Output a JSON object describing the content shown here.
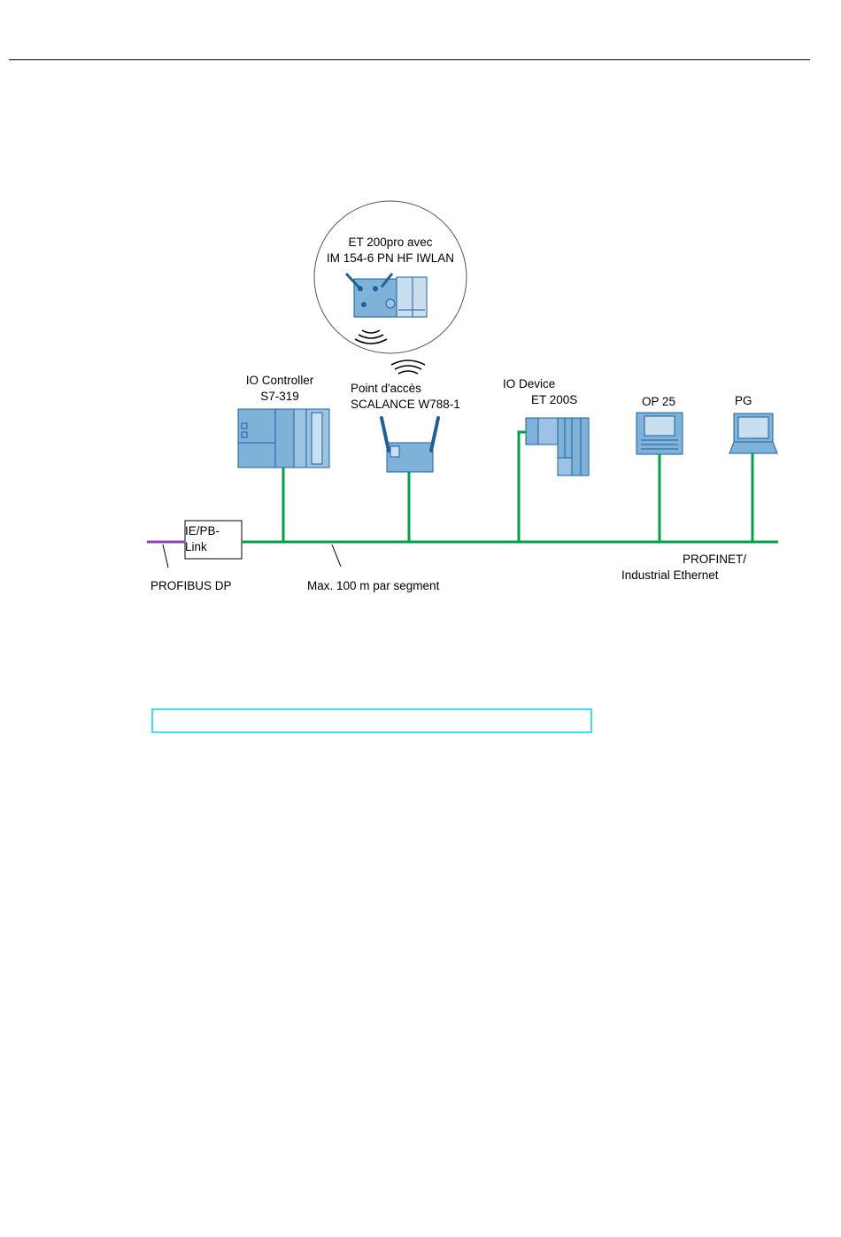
{
  "diagram": {
    "wireless_device": {
      "line1": "ET 200pro avec",
      "line2": "IM 154-6 PN HF IWLAN"
    },
    "io_controller": {
      "line1": "IO Controller",
      "line2": "S7-319"
    },
    "access_point": {
      "line1": "Point d'accès",
      "line2": "SCALANCE W788-1"
    },
    "io_device": {
      "line1": "IO Device",
      "line2": "ET 200S"
    },
    "op": {
      "label": "OP 25"
    },
    "pg": {
      "label": "PG"
    },
    "link": {
      "line1": "IE/PB-",
      "line2": "Link"
    },
    "profibus": {
      "label": "PROFIBUS DP"
    },
    "segment": {
      "label": "Max. 100 m par segment"
    },
    "network": {
      "line1": "PROFINET/",
      "line2": "Industrial Ethernet"
    },
    "colors": {
      "ethernet_line": "#00a04a",
      "profibus_line": "#8e44ad",
      "device_fill": "#7fb2d9",
      "device_stroke": "#1f5f9a",
      "caption_border": "#3fe0ee"
    }
  },
  "caption": {
    "text": ""
  }
}
